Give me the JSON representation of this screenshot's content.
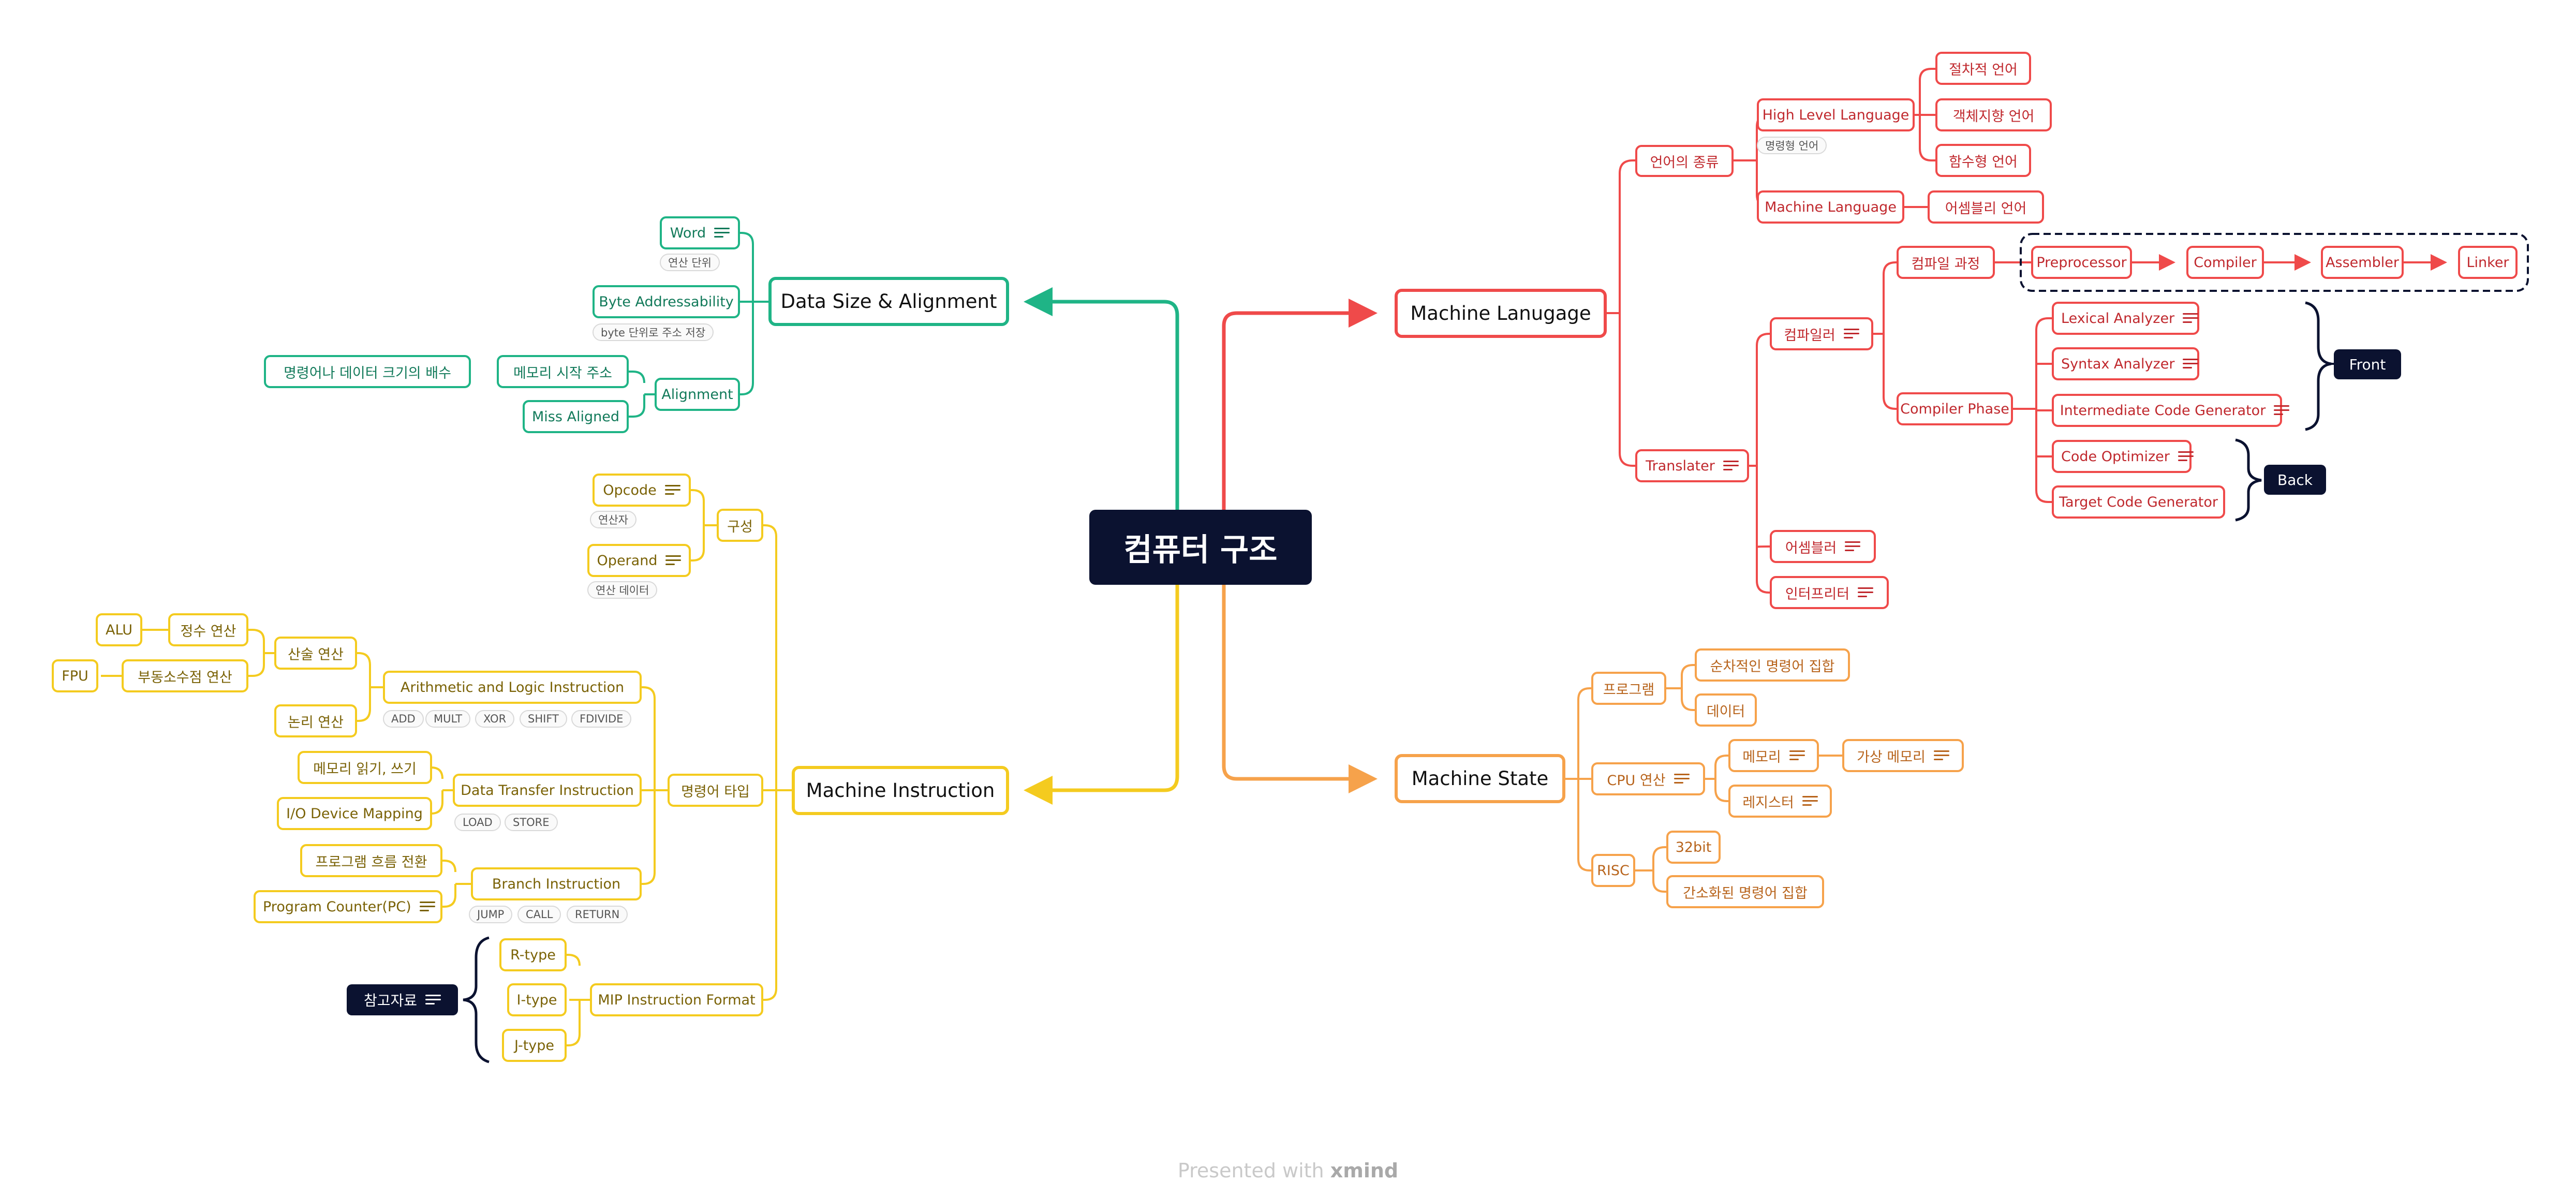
{
  "central": "컴퓨터 구조",
  "footer": {
    "prefix": "Presented with",
    "brand": "xmind"
  },
  "colors": {
    "red": "#ef4a4a",
    "green": "#1fb486",
    "yellow": "#f4cb1f",
    "orange": "#f6a24b",
    "dark": "#0b1230"
  },
  "machine_language": {
    "title": "Machine Lanugage",
    "language_types": "언어의 종류",
    "high_level": "High Level Language",
    "high_level_tag": "명령형 언어",
    "procedural": "절차적 언어",
    "object_oriented": "객체지향 언어",
    "functional": "함수형 언어",
    "machine_lang": "Machine Language",
    "assembly_lang": "어셈블리 언어",
    "translater": "Translater",
    "compiler": "컴파일러",
    "compile_process": "컴파일 과정",
    "pipeline": [
      "Preprocessor",
      "Compiler",
      "Assembler",
      "Linker"
    ],
    "compiler_phase": "Compiler Phase",
    "lexical": "Lexical Analyzer",
    "syntax": "Syntax Analyzer",
    "intermediate": "Intermediate Code Generator",
    "optimizer": "Code Optimizer",
    "target": "Target Code Generator",
    "front": "Front",
    "back": "Back",
    "assembler": "어셈블러",
    "interpreter": "인터프리터"
  },
  "machine_state": {
    "title": "Machine State",
    "program": "프로그램",
    "sequential": "순차적인 명령어 집합",
    "data": "데이터",
    "cpu": "CPU 연산",
    "memory": "메모리",
    "virtual_memory": "가상 메모리",
    "register": "레지스터",
    "risc": "RISC",
    "bit32": "32bit",
    "simplified": "간소화된 명령어 집합"
  },
  "data_size": {
    "title": "Data Size & Alignment",
    "word": "Word",
    "word_tag": "연산 단위",
    "byte_addr": "Byte Addressability",
    "byte_tag": "byte 단위로 주소 저장",
    "alignment": "Alignment",
    "mem_start": "메모리 시작 주소",
    "multiple": "명령어나 데이터 크기의 배수",
    "miss_aligned": "Miss Aligned"
  },
  "machine_instruction": {
    "title": "Machine Instruction",
    "composition": "구성",
    "opcode": "Opcode",
    "opcode_tag": "연산자",
    "operand": "Operand",
    "operand_tag": "연산 데이터",
    "inst_type": "명령어 타입",
    "alu_inst": "Arithmetic and Logic Instruction",
    "alu_tags": [
      "ADD",
      "MULT",
      "XOR",
      "SHIFT",
      "FDIVIDE"
    ],
    "arith": "산술 연산",
    "int_op": "정수 연산",
    "alu": "ALU",
    "float_op": "부동소수점 연산",
    "fpu": "FPU",
    "logic": "논리 연산",
    "dt_inst": "Data Transfer Instruction",
    "dt_tags": [
      "LOAD",
      "STORE"
    ],
    "mem_rw": "메모리 읽기, 쓰기",
    "io_map": "I/O Device Mapping",
    "branch_inst": "Branch Instruction",
    "branch_tags": [
      "JUMP",
      "CALL",
      "RETURN"
    ],
    "flow": "프로그램 흐름 전환",
    "pc": "Program Counter(PC)",
    "mip": "MIP Instruction Format",
    "rtype": "R-type",
    "itype": "I-type",
    "jtype": "J-type",
    "reference": "참고자료"
  }
}
